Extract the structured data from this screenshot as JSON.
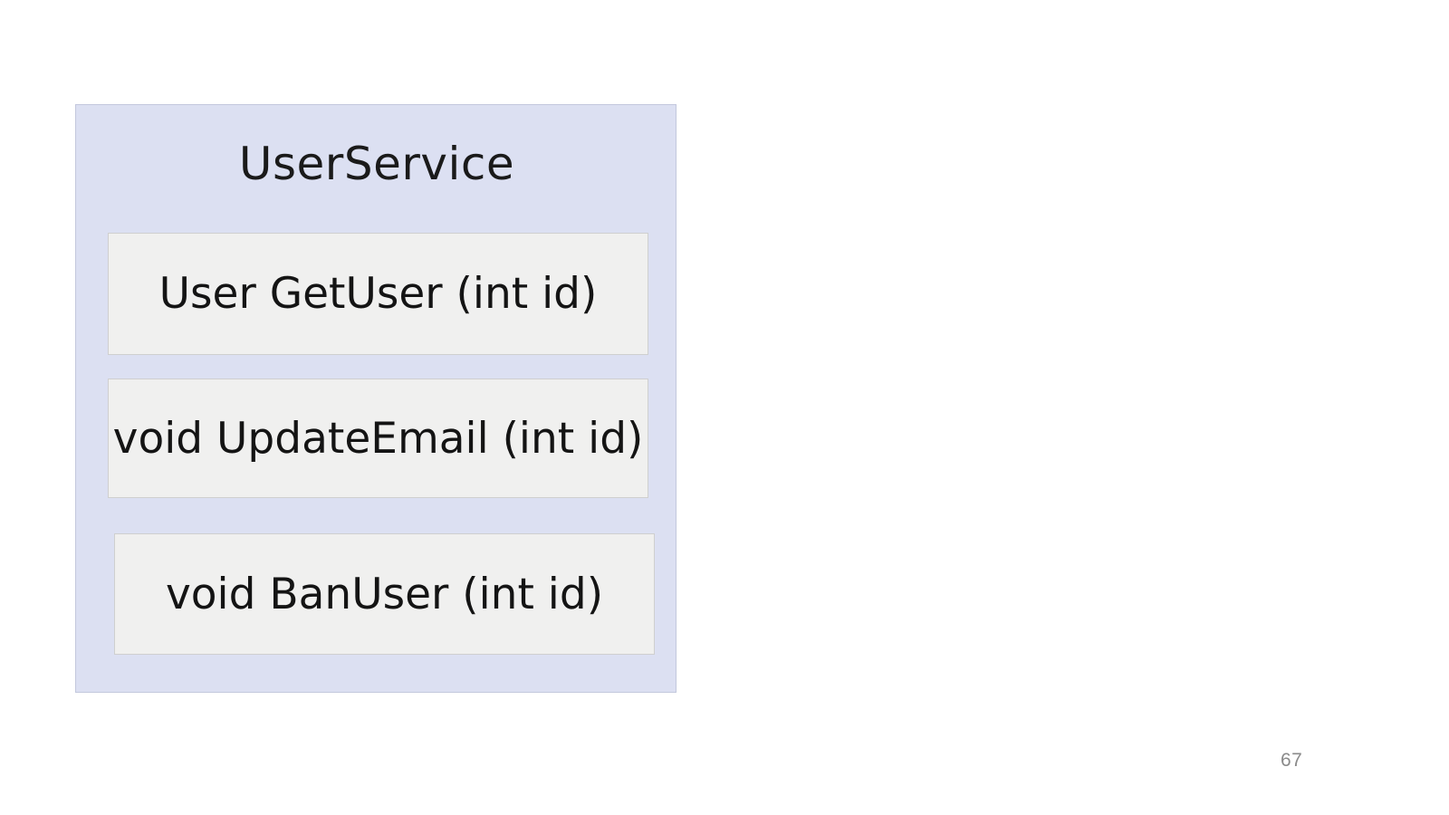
{
  "slide": {
    "background_color": "#ffffff",
    "page_number": "67"
  },
  "class_diagram": {
    "class_name": "UserService",
    "container_color": "#dce0f2",
    "container_border_color": "#c3c8dd",
    "member_color": "#f0f0ef",
    "member_border_color": "#cfcfcf",
    "text_color": "#141414",
    "methods": [
      {
        "signature": "User GetUser (int id)"
      },
      {
        "signature": "void UpdateEmail (int id)"
      },
      {
        "signature": "void BanUser (int id)"
      }
    ]
  }
}
